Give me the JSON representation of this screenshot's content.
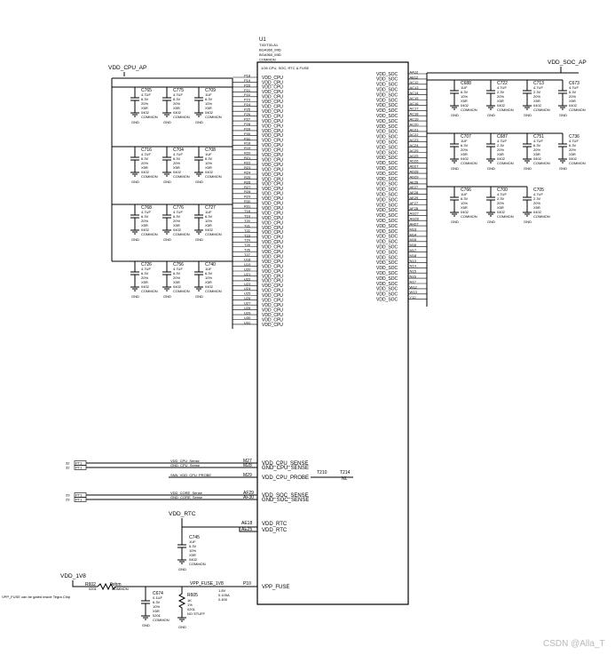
{
  "chip": {
    "ref": "U1",
    "part_lines": [
      "T40/T30-A1",
      "BGA960_MID",
      "BGA960_MID",
      "COMMON"
    ],
    "section_title": "1/26 CPU, SOC, RTC & FUSE"
  },
  "cpu_pins": {
    "net": "VDD_CPU",
    "rows": [
      "P18",
      "P19",
      "P20",
      "P21",
      "P22",
      "P23",
      "P24",
      "P25",
      "P26",
      "P27",
      "P28",
      "P29",
      "P30",
      "P31",
      "R18",
      "R19",
      "R20",
      "R21",
      "R22",
      "R23",
      "R24",
      "R25",
      "R26",
      "R27",
      "R28",
      "R29",
      "R30",
      "R31",
      "T18",
      "T19",
      "T20",
      "T21",
      "T22",
      "T23",
      "T24",
      "T25",
      "T26",
      "T27",
      "U18",
      "U19",
      "U20",
      "U21",
      "U22",
      "U23",
      "U24",
      "U25",
      "U26",
      "U27",
      "U28",
      "U29",
      "U30",
      "U31"
    ]
  },
  "soc_pins": {
    "net": "VDD_SOC",
    "rows": [
      "AA12",
      "AB12",
      "AC12",
      "AC13",
      "AC14",
      "AC15",
      "AC16",
      "AC17",
      "AC18",
      "AC19",
      "AC20",
      "AC21",
      "AC22",
      "AC23",
      "AC24",
      "AC25",
      "AD25",
      "AD26",
      "AD27",
      "AD28",
      "AD29",
      "AE26",
      "AE27",
      "AE28",
      "AE29",
      "AF27",
      "AF28",
      "AG27",
      "AG28",
      "AH27",
      "M13",
      "M14",
      "M15",
      "M16",
      "M17",
      "M18",
      "N13",
      "N14",
      "N15",
      "N16",
      "N17",
      "W12",
      "W13",
      "Y12"
    ]
  },
  "sense": [
    {
      "pin": "M27",
      "name": "VDD_CPU_SENSE",
      "wire": "VDD_CPU_Sense",
      "conn": "PT1",
      "dot": "32"
    },
    {
      "pin": "M28",
      "name": "GND_CPU_SENSE",
      "wire": "GND_CPU_Sense",
      "conn": "PT1",
      "dot": "32"
    },
    {
      "pin": "M29",
      "name": "VDD_CPU_PROBE",
      "wire": "SNN_VDD_CPU_PROBE"
    },
    {
      "pin": "AF29",
      "name": "VDD_SOC_SENSE",
      "wire": "VDD_CORE_Sense",
      "conn": "PT1",
      "dot": "29"
    },
    {
      "pin": "AF30",
      "name": "GND_SOC_SENSE",
      "wire": "GND_CORE_Sense",
      "conn": "PT1",
      "dot": "29"
    }
  ],
  "testpoints": [
    "T210",
    "T214",
    "NL"
  ],
  "rtc": {
    "rail": "VDD_RTC",
    "pins": [
      "AE18",
      "AE25"
    ],
    "net": "VDD_RTC",
    "cap": {
      "ref": "C745",
      "lines": [
        "1UF",
        "6.3V",
        "10%",
        "X5R",
        "0402",
        "COMMON"
      ],
      "gnd": "GND"
    }
  },
  "fuse": {
    "rail": "VDD_1V8",
    "resistor": {
      "ref": "R602",
      "value": "0ohm",
      "lines": [
        "0201",
        "COMMON"
      ]
    },
    "note": "VPP_FUSE can be gated inside Tegra Chip",
    "net": "VPP_FUSE_1V8",
    "pin": "P10",
    "pin_name": "VPP_FUSE",
    "spec": [
      "1.8V",
      "0.105A",
      "0.400"
    ],
    "cap": {
      "ref": "C674",
      "lines": [
        "0.1UF",
        "6.3V",
        "10%",
        "X5R",
        "0201",
        "COMMON"
      ],
      "gnd": "GND"
    },
    "res2": {
      "ref": "R605",
      "lines": [
        "1K",
        "1%",
        "0201",
        "NO STUFF"
      ],
      "gnd": "GND"
    }
  },
  "rails": {
    "cpu": "VDD_CPU_AP",
    "soc": "VDD_SOC_AP"
  },
  "cpu_caps": [
    [
      {
        "ref": "C765",
        "lines": [
          "4.7UF",
          "6.3V",
          "20%",
          "X5R",
          "0402",
          "COMMON"
        ]
      },
      {
        "ref": "C775",
        "lines": [
          "4.7UF",
          "6.3V",
          "20%",
          "X5R",
          "0402",
          "COMMON"
        ]
      },
      {
        "ref": "C709",
        "lines": [
          "1UF",
          "6.3V",
          "10%",
          "X5R",
          "0402",
          "COMMON"
        ]
      }
    ],
    [
      {
        "ref": "C716",
        "lines": [
          "4.7UF",
          "6.3V",
          "20%",
          "X5R",
          "0402",
          "COMMON"
        ]
      },
      {
        "ref": "C704",
        "lines": [
          "4.7UF",
          "6.3V",
          "20%",
          "X5R",
          "0402",
          "COMMON"
        ]
      },
      {
        "ref": "C708",
        "lines": [
          "1UF",
          "6.3V",
          "10%",
          "X5R",
          "0402",
          "COMMON"
        ]
      }
    ],
    [
      {
        "ref": "C768",
        "lines": [
          "4.7UF",
          "6.3V",
          "20%",
          "X5R",
          "0402",
          "COMMON"
        ]
      },
      {
        "ref": "C776",
        "lines": [
          "4.7UF",
          "6.3V",
          "20%",
          "X5R",
          "0402",
          "COMMON"
        ]
      },
      {
        "ref": "C727",
        "lines": [
          "1UF",
          "6.3V",
          "10%",
          "X5R",
          "0402",
          "COMMON"
        ]
      }
    ],
    [
      {
        "ref": "C726",
        "lines": [
          "4.7UF",
          "6.3V",
          "20%",
          "X5R",
          "0402",
          "COMMON"
        ]
      },
      {
        "ref": "C756",
        "lines": [
          "4.7UF",
          "6.3V",
          "20%",
          "X5R",
          "0402",
          "COMMON"
        ]
      },
      {
        "ref": "C740",
        "lines": [
          "1UF",
          "6.3V",
          "10%",
          "X5R",
          "0402",
          "COMMON"
        ]
      }
    ]
  ],
  "soc_caps": [
    [
      {
        "ref": "C688",
        "lines": [
          "1UF",
          "6.3V",
          "10%",
          "X5R",
          "0402",
          "COMMON"
        ]
      },
      {
        "ref": "C722",
        "lines": [
          "4.7UF",
          "2.3V",
          "20%",
          "X5R",
          "0402",
          "COMMON"
        ]
      },
      {
        "ref": "C713",
        "lines": [
          "4.7UF",
          "2.3V",
          "20%",
          "X5R",
          "0402",
          "COMMON"
        ]
      },
      {
        "ref": "C673",
        "lines": [
          "4.7UF",
          "6.3V",
          "20%",
          "X5R",
          "0402",
          "COMMON"
        ]
      }
    ],
    [
      {
        "ref": "C707",
        "lines": [
          "1UF",
          "6.3V",
          "20%",
          "X5R",
          "0402",
          "COMMON"
        ]
      },
      {
        "ref": "C687",
        "lines": [
          "4.7UF",
          "2.3V",
          "20%",
          "X5R",
          "0402",
          "COMMON"
        ]
      },
      {
        "ref": "C751",
        "lines": [
          "4.7UF",
          "6.3V",
          "20%",
          "X5R",
          "0402",
          "COMMON"
        ]
      },
      {
        "ref": "C736",
        "lines": [
          "4.7UF",
          "6.3V",
          "20%",
          "X5R",
          "0402",
          "COMMON"
        ]
      }
    ],
    [
      {
        "ref": "C766",
        "lines": [
          "1UF",
          "6.3V",
          "10%",
          "X5R",
          "0402",
          "COMMON"
        ]
      },
      {
        "ref": "C700",
        "lines": [
          "4.7UF",
          "2.3V",
          "20%",
          "X5R",
          "0402",
          "COMMON"
        ]
      },
      {
        "ref": "C705",
        "lines": [
          "4.7UF",
          "2.3V",
          "20%",
          "X5R",
          "0402",
          "COMMON"
        ]
      }
    ]
  ],
  "gnd": "GND",
  "watermark": "CSDN @Alla_T"
}
